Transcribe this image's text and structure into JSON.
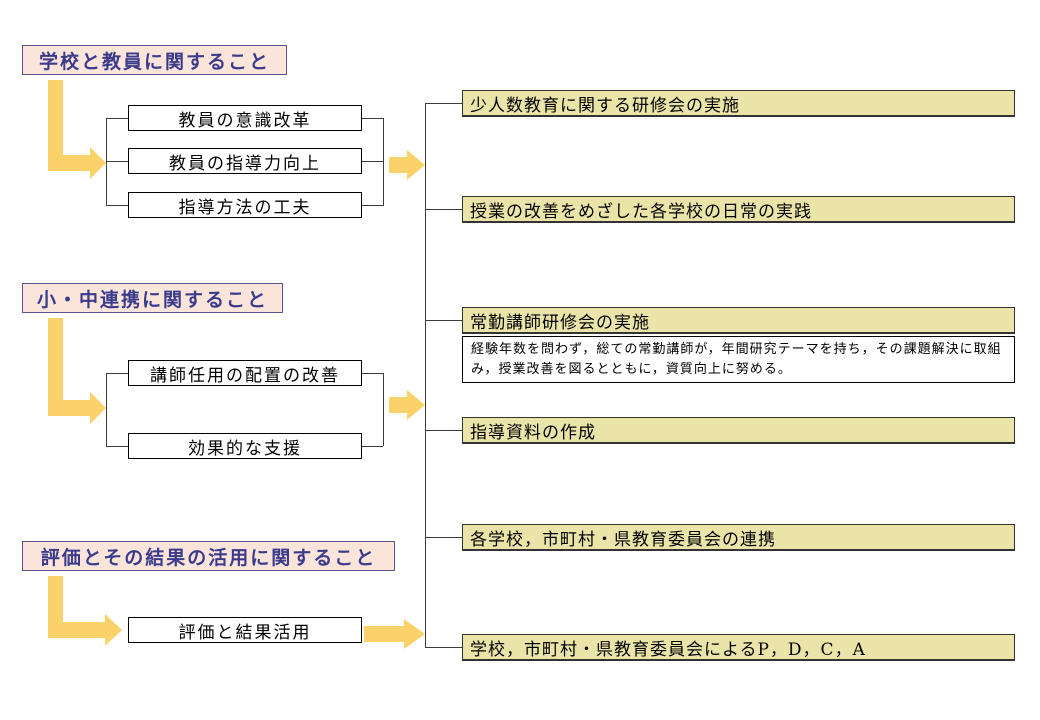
{
  "diagram": {
    "categories": [
      {
        "title": "学校と教員に関すること",
        "items": [
          "教員の意識改革",
          "教員の指導力向上",
          "指導方法の工夫"
        ]
      },
      {
        "title": "小・中連携に関すること",
        "items": [
          "講師任用の配置の改善",
          "効果的な支援"
        ]
      },
      {
        "title": "評価とその結果の活用に関すること",
        "items": [
          "評価と結果活用"
        ]
      }
    ],
    "measures": [
      {
        "label": "少人数教育に関する研修会の実施"
      },
      {
        "label": "授業の改善をめざした各学校の日常の実践"
      },
      {
        "label": "常勤講師研修会の実施",
        "note": "経験年数を問わず，総ての常勤講師が，年間研究テーマを持ち，その課題解決に取組み，授業改善を図るとともに，資質向上に努める。"
      },
      {
        "label": "指導資料の作成"
      },
      {
        "label": "各学校，市町村・県教育委員会の連携"
      },
      {
        "label": "学校，市町村・県教育委員会によるP，D，C，A"
      }
    ],
    "colors": {
      "category_bg": "#fbe5da",
      "category_text": "#3b3b8d",
      "category_border": "#5a5390",
      "arrow_gold": "#fbd269",
      "measure_bg": "#eae4a8",
      "line": "#3c3c3c"
    }
  }
}
